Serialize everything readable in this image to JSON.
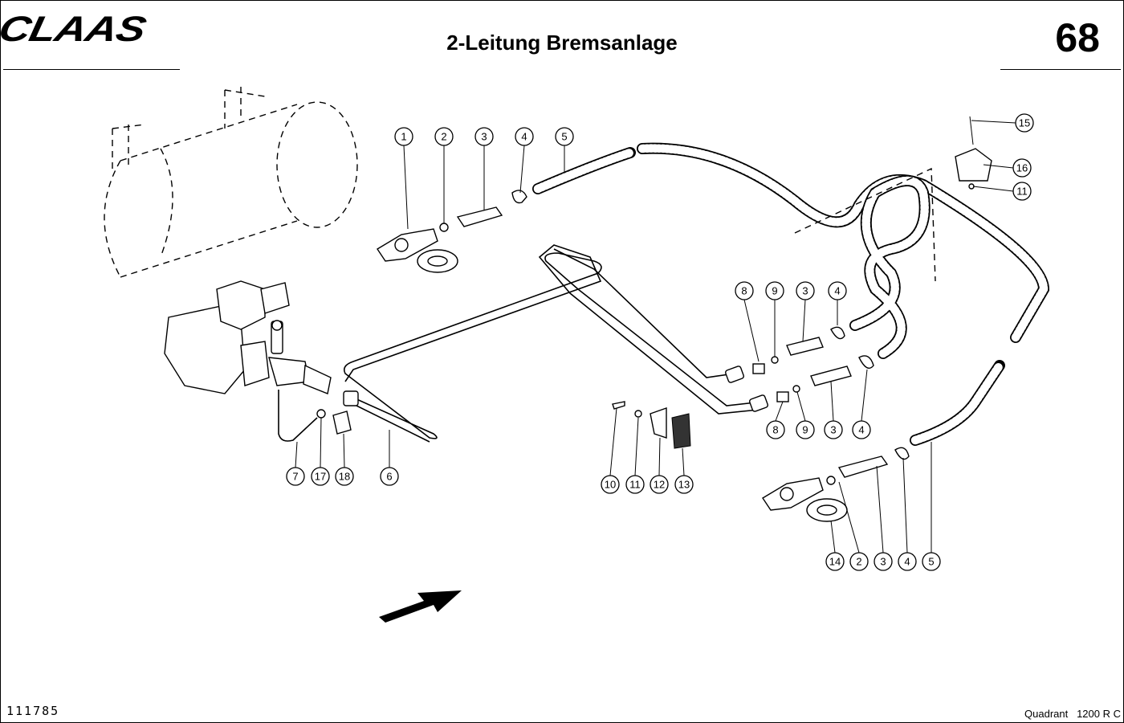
{
  "header": {
    "brand": "CLAAS",
    "title": "2-Leitung Bremsanlage",
    "page_number": "68"
  },
  "footer": {
    "drawing_number": "111785",
    "model": "Quadrant   1200 R C"
  },
  "callouts": {
    "top_row": [
      "1",
      "2",
      "3",
      "4",
      "5"
    ],
    "top_right": [
      "15",
      "16",
      "11"
    ],
    "middle_row": [
      "8",
      "9",
      "3",
      "4"
    ],
    "lower_middle_row": [
      "8",
      "9",
      "3",
      "4"
    ],
    "left_group": [
      "7",
      "17",
      "18",
      "6"
    ],
    "bracket_group": [
      "10",
      "11",
      "12",
      "13"
    ],
    "bottom_row": [
      "14",
      "2",
      "3",
      "4",
      "5"
    ]
  }
}
